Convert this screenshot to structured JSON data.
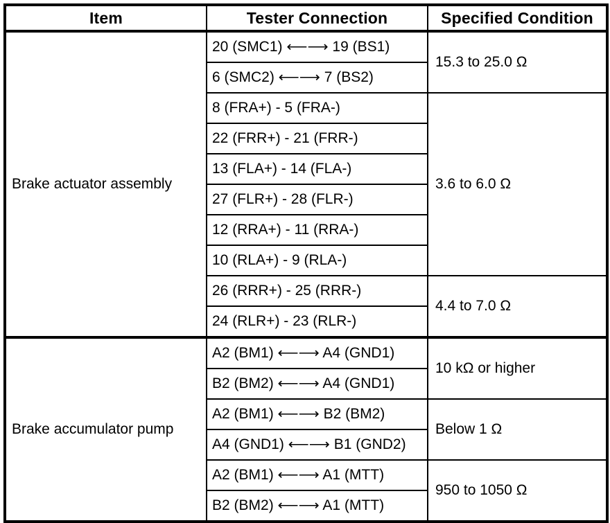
{
  "table": {
    "headers": {
      "item": "Item",
      "tester_connection": "Tester Connection",
      "specified_condition": "Specified Condition"
    },
    "groups": [
      {
        "item": "Brake actuator assembly",
        "rows": [
          {
            "connection": "20 (SMC1) ⟵⟶ 19 (BS1)",
            "condition": "15.3 to 25.0 Ω"
          },
          {
            "connection": "6 (SMC2) ⟵⟶ 7 (BS2)",
            "condition": ""
          },
          {
            "connection": "8 (FRA+) - 5 (FRA-)",
            "condition": "3.6 to 6.0 Ω"
          },
          {
            "connection": "22 (FRR+) - 21 (FRR-)",
            "condition": ""
          },
          {
            "connection": "13 (FLA+) - 14 (FLA-)",
            "condition": ""
          },
          {
            "connection": "27 (FLR+) - 28 (FLR-)",
            "condition": ""
          },
          {
            "connection": "12 (RRA+) - 11 (RRA-)",
            "condition": ""
          },
          {
            "connection": "10 (RLA+) - 9 (RLA-)",
            "condition": ""
          },
          {
            "connection": "26 (RRR+) - 25 (RRR-)",
            "condition": "4.4 to 7.0 Ω"
          },
          {
            "connection": "24 (RLR+) - 23 (RLR-)",
            "condition": ""
          }
        ],
        "condition_spans": [
          {
            "label": "15.3 to 25.0 Ω",
            "rows": 2
          },
          {
            "label": "3.6 to 6.0 Ω",
            "rows": 6
          },
          {
            "label": "4.4 to 7.0 Ω",
            "rows": 2
          }
        ]
      },
      {
        "item": "Brake accumulator pump",
        "rows": [
          {
            "connection": "A2 (BM1) ⟵⟶ A4 (GND1)",
            "condition": "10 kΩ or higher"
          },
          {
            "connection": "B2 (BM2) ⟵⟶ A4 (GND1)",
            "condition": ""
          },
          {
            "connection": "A2 (BM1) ⟵⟶ B2 (BM2)",
            "condition": "Below 1 Ω"
          },
          {
            "connection": "A4 (GND1) ⟵⟶ B1 (GND2)",
            "condition": ""
          },
          {
            "connection": "A2 (BM1) ⟵⟶ A1 (MTT)",
            "condition": "950 to 1050 Ω"
          },
          {
            "connection": "B2 (BM2) ⟵⟶ A1 (MTT)",
            "condition": ""
          }
        ],
        "condition_spans": [
          {
            "label": "10 kΩ or higher",
            "rows": 2
          },
          {
            "label": "Below 1 Ω",
            "rows": 2
          },
          {
            "label": "950 to 1050 Ω",
            "rows": 2
          }
        ]
      }
    ]
  },
  "colors": {
    "border": "#000000",
    "background": "#ffffff",
    "text": "#000000"
  }
}
